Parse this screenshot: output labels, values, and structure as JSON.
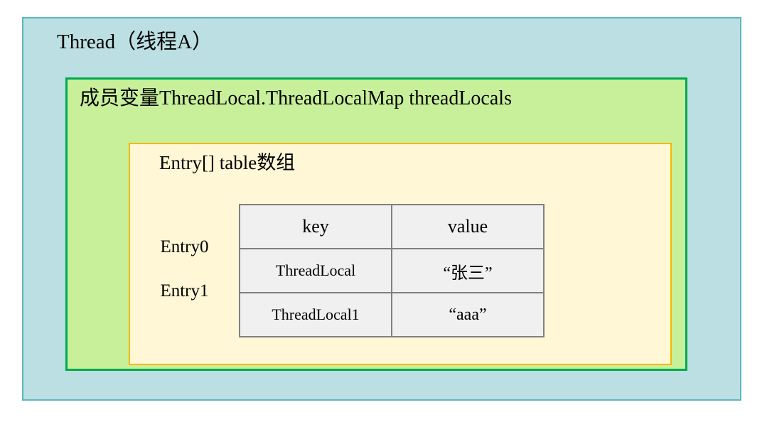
{
  "diagram": {
    "type": "nested-boxes",
    "thread": {
      "title": "Thread（线程A）",
      "fill_color": "#bcdfe3",
      "border_color": "#5bb8c0"
    },
    "threadlocalmap": {
      "title": "成员变量ThreadLocal.ThreadLocalMap threadLocals",
      "fill_color": "#c8f09a",
      "border_color": "#00a94f"
    },
    "entry_table": {
      "title": "Entry[] table数组",
      "fill_color": "#fff7d6",
      "border_color": "#f5b800",
      "columns": [
        "key",
        "value"
      ],
      "row_labels": [
        "Entry0",
        "Entry1"
      ],
      "rows": [
        {
          "label": "Entry0",
          "key": "ThreadLocal",
          "value": "“张三”"
        },
        {
          "label": "Entry1",
          "key": "ThreadLocal1",
          "value": "“aaa”"
        }
      ],
      "cell_fill_color": "#f0f0f0",
      "cell_border_color": "#808080"
    }
  }
}
